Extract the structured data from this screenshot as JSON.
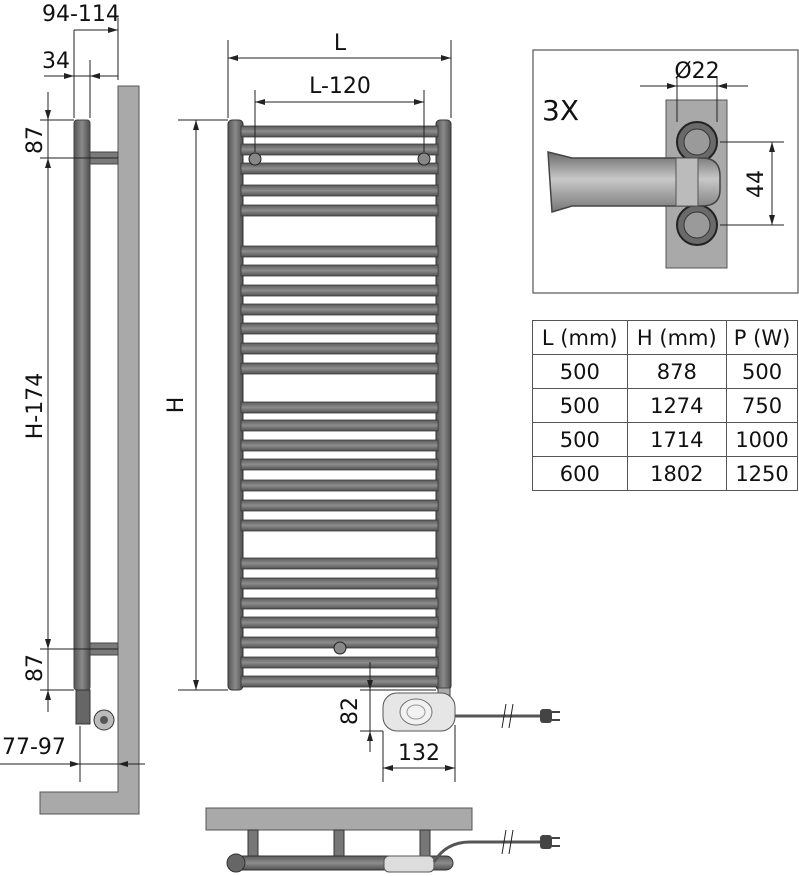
{
  "side_view": {
    "dim_depth_range": "94-114",
    "dim_depth": "34",
    "dim_top_offset": "87",
    "dim_bracket_span": "H-174",
    "dim_bottom_offset": "87",
    "dim_floor_range": "77-97"
  },
  "front_view": {
    "dim_width": "L",
    "dim_bracket_width": "L-120",
    "dim_height": "H",
    "dim_heater_drop": "82",
    "dim_heater_length": "132"
  },
  "bracket_detail": {
    "quantity": "3X",
    "dim_pipe_diameter": "Ø22",
    "dim_spacing": "44"
  },
  "spec_table": {
    "headers": [
      "L (mm)",
      "H (mm)",
      "P (W)"
    ],
    "rows": [
      [
        "500",
        "878",
        "500"
      ],
      [
        "500",
        "1274",
        "750"
      ],
      [
        "500",
        "1714",
        "1000"
      ],
      [
        "600",
        "1802",
        "1250"
      ]
    ]
  },
  "colors": {
    "wall": "#a9a9a9",
    "radiator": "#6f6f6f",
    "radiator_dark": "#4a4a4a",
    "heater_body": "#e6e6e6"
  }
}
